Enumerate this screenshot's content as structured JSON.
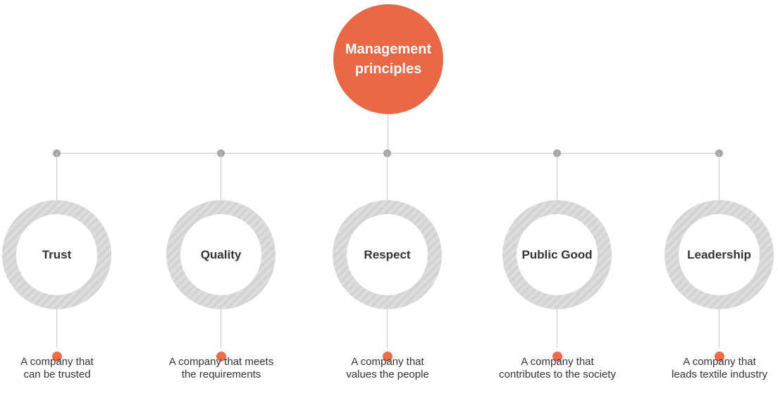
{
  "diagram": {
    "root": {
      "title_line1": "Management",
      "title_line2": "principles"
    },
    "principles": [
      {
        "label": "Trust",
        "desc1": "A company that",
        "desc2": "can be trusted"
      },
      {
        "label": "Quality",
        "desc1": "A company that meets",
        "desc2": "the requirements"
      },
      {
        "label": "Respect",
        "desc1": "A company that",
        "desc2": "values the people"
      },
      {
        "label": "Public Good",
        "desc1": "A company that",
        "desc2": "contributes to the society"
      },
      {
        "label": "Leadership",
        "desc1": "A company that",
        "desc2": "leads textile industry"
      }
    ],
    "colors": {
      "accent_orange": "#e86845",
      "accent_dot_orange": "#ed6d4a",
      "ring_gray": "#d3d3d3",
      "ring_stripe_gray": "#dddddd",
      "connector_gray": "#c9c9c9",
      "junction_dot_gray": "#a6a6a6",
      "text_dark": "#333333"
    }
  }
}
